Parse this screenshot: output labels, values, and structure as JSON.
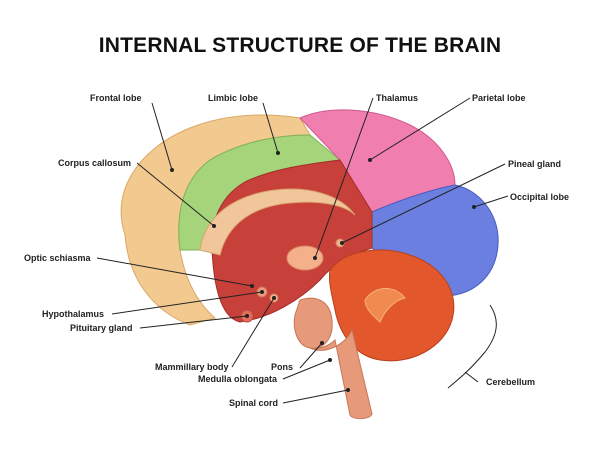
{
  "title": "INTERNAL STRUCTURE OF THE BRAIN",
  "labels": {
    "frontal_lobe": "Frontal lobe",
    "limbic_lobe": "Limbic lobe",
    "thalamus": "Thalamus",
    "parietal_lobe": "Parietal lobe",
    "corpus_callosum": "Corpus callosum",
    "pineal_gland": "Pineal gland",
    "occipital_lobe": "Occipital lobe",
    "optic_schiasma": "Optic schiasma",
    "hypothalamus": "Hypothalamus",
    "pituitary_gland": "Pituitary gland",
    "mammillary_body": "Mammillary body",
    "pons": "Pons",
    "medulla_oblongata": "Medulla oblongata",
    "spinal_cord": "Spinal cord",
    "cerebellum": "Cerebellum"
  },
  "colors": {
    "frontal": "#f2c98f",
    "limbic": "#a6d47a",
    "parietal": "#f07fb0",
    "occipital": "#6b7fe0",
    "inner": "#c8403a",
    "cerebellum": "#e2572c",
    "stem": "#e79a7a",
    "callosum": "#f1c69a"
  }
}
